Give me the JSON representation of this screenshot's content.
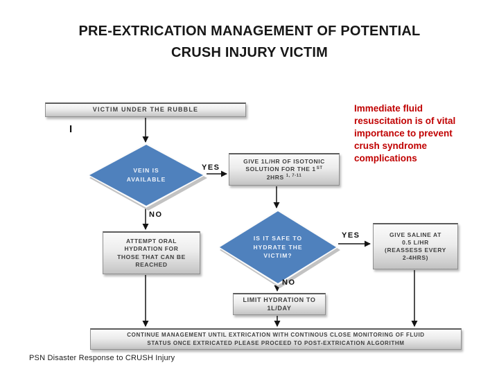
{
  "slide": {
    "title": {
      "line1": "PRE-EXTRICATION MANAGEMENT OF POTENTIAL",
      "line2": "CRUSH INJURY VICTIM"
    },
    "footer": "PSN Disaster Response to CRUSH Injury",
    "stray_mark": "I"
  },
  "note": {
    "text": "Immediate fluid resuscitation is of vital importance to prevent crush syndrome complications",
    "color": "#c00000"
  },
  "flowchart": {
    "nodes": {
      "rubble": {
        "type": "process",
        "label": "VICTIM UNDER THE RUBBLE"
      },
      "vein": {
        "type": "decision",
        "lines": [
          "VEIN IS",
          "AVAILABLE"
        ]
      },
      "isotonic": {
        "type": "process",
        "line1": "GIVE 1L/HR OF ISOTONIC",
        "line2": "SOLUTION FOR THE 1",
        "line2_sup": "ST",
        "line3": "2HRS",
        "line3_sup": "1, 7-11"
      },
      "oral": {
        "type": "process",
        "lines": [
          "ATTEMPT ORAL",
          "HYDRATION FOR",
          "THOSE THAT CAN BE",
          "REACHED"
        ]
      },
      "safe": {
        "type": "decision",
        "lines": [
          "IS IT SAFE TO",
          "HYDRATE THE",
          "VICTIM?"
        ]
      },
      "saline": {
        "type": "process",
        "lines": [
          "GIVE SALINE AT",
          "0.5 L/HR",
          "(REASSESS EVERY",
          "2-4HRS)"
        ]
      },
      "limit": {
        "type": "process",
        "lines": [
          "LIMIT HYDRATION TO",
          "1L/DAY"
        ]
      },
      "continue": {
        "type": "process",
        "lines": [
          "CONTINUE MANAGEMENT  UNTIL EXTRICATION WITH CONTINOUS CLOSE MONITORING OF FLUID",
          "STATUS ONCE EXTRICATED PLEASE PROCEED TO POST-EXTRICATION  ALGORITHM"
        ]
      }
    },
    "labels": {
      "yes1": "YES",
      "no1": "NO",
      "yes2": "YES",
      "no2": "NO"
    },
    "colors": {
      "decision_fill": "#4f81bd",
      "box_text": "#3e3e3e",
      "note_red": "#c00000"
    }
  }
}
